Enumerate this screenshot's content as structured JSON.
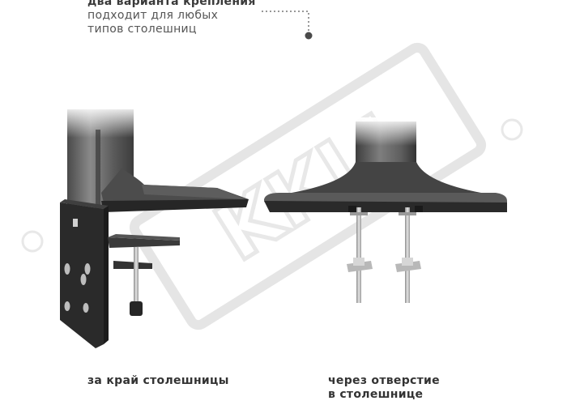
{
  "captions": {
    "top_heading": "два варианта крепления",
    "top_line1": "подходит для любых",
    "top_line2": "типов столешниц",
    "left": "за край столешницы",
    "right_line1": "через отверстие",
    "right_line2": "в столешнице"
  },
  "watermark_text": "KKLI",
  "colors": {
    "pole": "#6e6e6e",
    "metal_dark": "#3a3a3a",
    "metal_black": "#222222",
    "bolt": "#c8c8c8",
    "watermark": "#e8e8e8",
    "accent_dot": "#4a4a4a"
  }
}
